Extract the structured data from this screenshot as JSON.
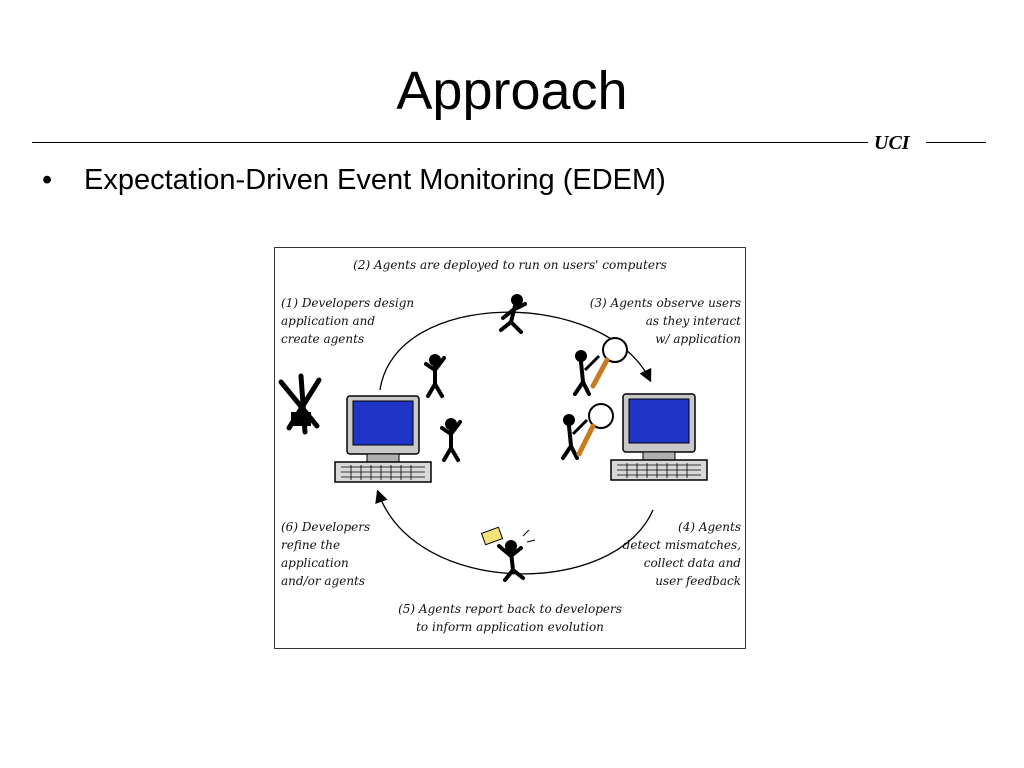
{
  "slide": {
    "title": "Approach",
    "logo_text": "UCI",
    "bullet": "Expectation-Driven Event Monitoring (EDEM)"
  },
  "diagram": {
    "steps": [
      {
        "id": 1,
        "text": "(1) Developers design\napplication and\ncreate agents"
      },
      {
        "id": 2,
        "text": "(2) Agents are deployed to run on users' computers"
      },
      {
        "id": 3,
        "text": "(3) Agents observe users\nas they interact\nw/ application"
      },
      {
        "id": 4,
        "text": "(4) Agents\ndetect mismatches,\ncollect data and\nuser feedback"
      },
      {
        "id": 5,
        "text": "(5) Agents report back to developers\nto inform application evolution"
      },
      {
        "id": 6,
        "text": "(6) Developers\nrefine the\napplication\nand/or agents"
      }
    ],
    "icons": [
      "developer-computer-icon",
      "tools-icon",
      "agent-figure-icon",
      "running-agent-icon",
      "magnifier-agent-icon",
      "user-computer-icon",
      "mail-agent-icon"
    ],
    "colors": {
      "screen": "#1f35c8",
      "monitor": "#c8c8c8",
      "handle": "#c87a1e"
    }
  }
}
